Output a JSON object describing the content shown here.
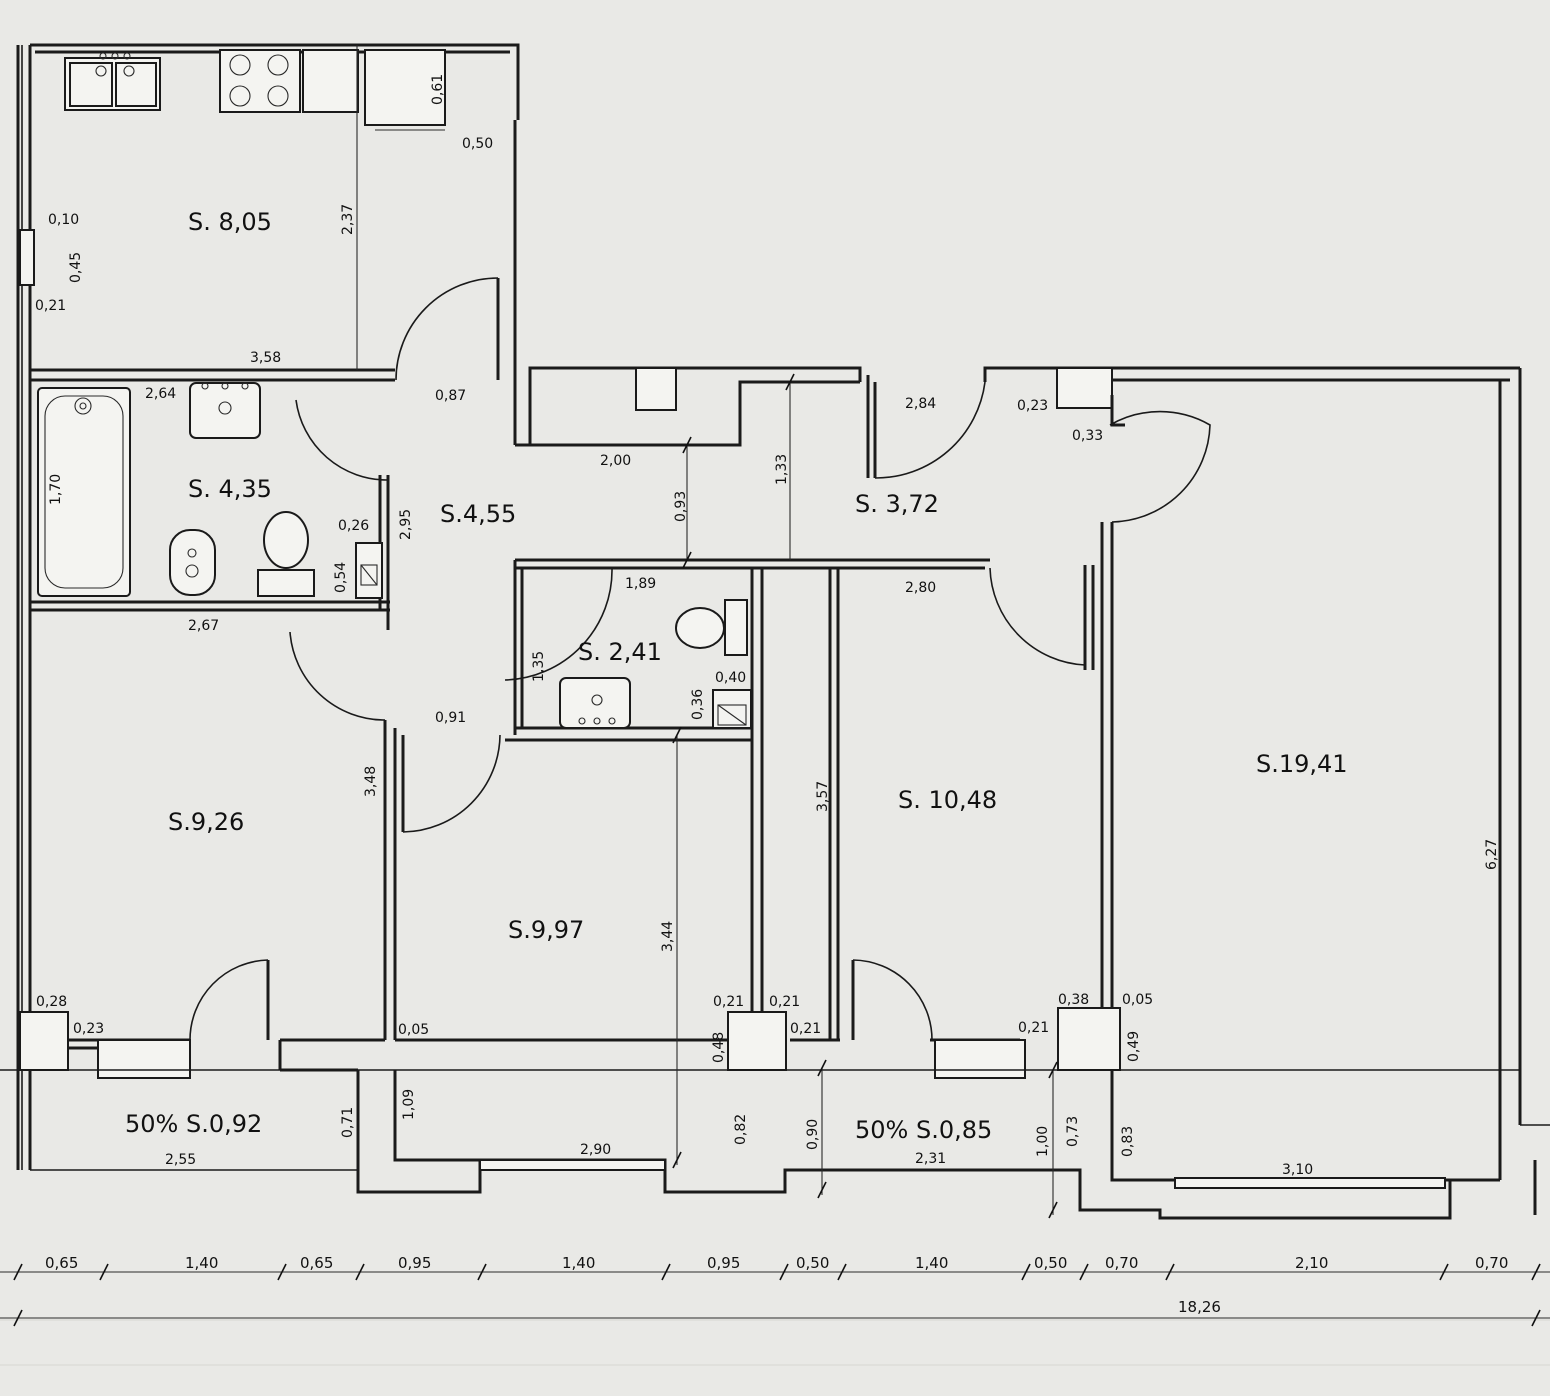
{
  "rooms": {
    "kitchen": "S. 8,05",
    "bath": "S. 4,35",
    "hall": "S.4,55",
    "corridor": "S. 3,72",
    "wc": "S. 2,41",
    "room_a": "S.9,26",
    "room_b": "S.9,97",
    "room_c": "S. 10,48",
    "room_d": "S.19,41",
    "balcony_left": "50% S.0,92",
    "balcony_right": "50% S.0,85"
  },
  "dimensions": {
    "d_061": "0,61",
    "d_050": "0,50",
    "d_237": "2,37",
    "d_010": "0,10",
    "d_045": "0,45",
    "d_021a": "0,21",
    "d_358": "3,58",
    "d_264": "2,64",
    "d_087": "0,87",
    "d_170": "1,70",
    "d_295": "2,95",
    "d_026": "0,26",
    "d_054": "0,54",
    "d_267": "2,67",
    "d_200": "2,00",
    "d_093": "0,93",
    "d_133": "1,33",
    "d_284": "2,84",
    "d_023a": "0,23",
    "d_033": "0,33",
    "d_189": "1,89",
    "d_280": "2,80",
    "d_135": "1,35",
    "d_040": "0,40",
    "d_036": "0,36",
    "d_091": "0,91",
    "d_348": "3,48",
    "d_357": "3,57",
    "d_344": "3,44",
    "d_627": "6,27",
    "d_028": "0,28",
    "d_023b": "0,23",
    "d_005a": "0,05",
    "d_021b": "0,21",
    "d_021c": "0,21",
    "d_048": "0,48",
    "d_021d": "0,21",
    "d_038": "0,38",
    "d_005b": "0,05",
    "d_021e": "0,21",
    "d_049": "0,49",
    "d_071": "0,71",
    "d_109": "1,09",
    "d_082": "0,82",
    "d_090": "0,90",
    "d_100": "1,00",
    "d_073": "0,73",
    "d_083": "0,83",
    "d_255": "2,55",
    "d_290": "2,90",
    "d_231": "2,31",
    "d_310": "3,10"
  },
  "bottom_dims": [
    "0,65",
    "1,40",
    "0,65",
    "0,95",
    "1,40",
    "0,95",
    "0,50",
    "1,40",
    "0,50",
    "0,70",
    "2,10",
    "0,70"
  ],
  "total_width": "18,26"
}
